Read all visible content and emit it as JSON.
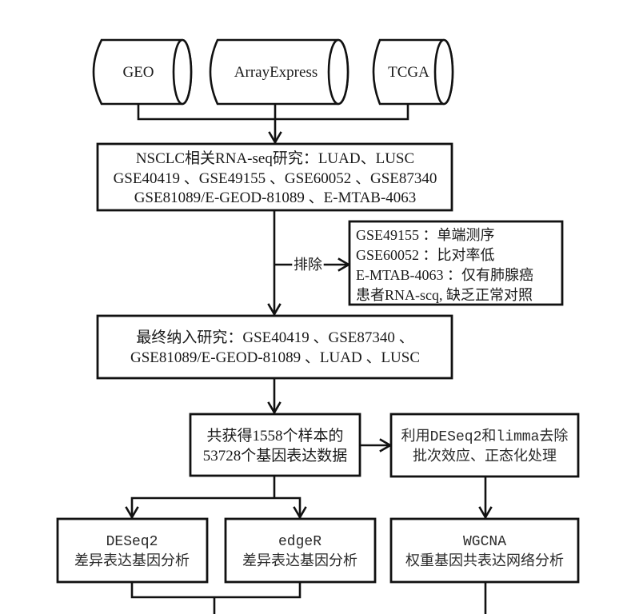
{
  "diagram": {
    "sources": [
      {
        "label": "GEO"
      },
      {
        "label": "ArrayExpress"
      },
      {
        "label": "TCGA"
      }
    ],
    "candidate_studies": {
      "lines": [
        "NSCLC相关RNA-seq研究：LUAD、LUSC",
        "GSE40419 、GSE49155 、GSE60052 、GSE87340",
        "GSE81089/E-GEOD-81089 、E-MTAB-4063"
      ]
    },
    "exclusion": {
      "label": "排除",
      "lines": [
        "GSE49155 ：单端测序",
        "GSE60052 ：比对率低",
        "E-MTAB-4063 ：仅有肺腺癌",
        "患者RNA-scq, 缺乏正常对照"
      ]
    },
    "included_studies": {
      "lines": [
        "最终纳入研究：GSE40419 、GSE87340 、",
        "GSE81089/E-GEOD-81089 、LUAD 、LUSC"
      ]
    },
    "expression_data": {
      "lines": [
        "共获得1558个样本的",
        "53728个基因表达数据"
      ]
    },
    "preprocessing": {
      "lines": [
        "利用DESeq2和limma去除",
        "批次效应、正态化处理"
      ]
    },
    "deseq2": {
      "lines": [
        "DESeq2",
        "差异表达基因分析"
      ]
    },
    "edger": {
      "lines": [
        "edgeR",
        "差异表达基因分析"
      ]
    },
    "wgcna": {
      "lines": [
        "WGCNA",
        "权重基因共表达网络分析"
      ]
    }
  }
}
